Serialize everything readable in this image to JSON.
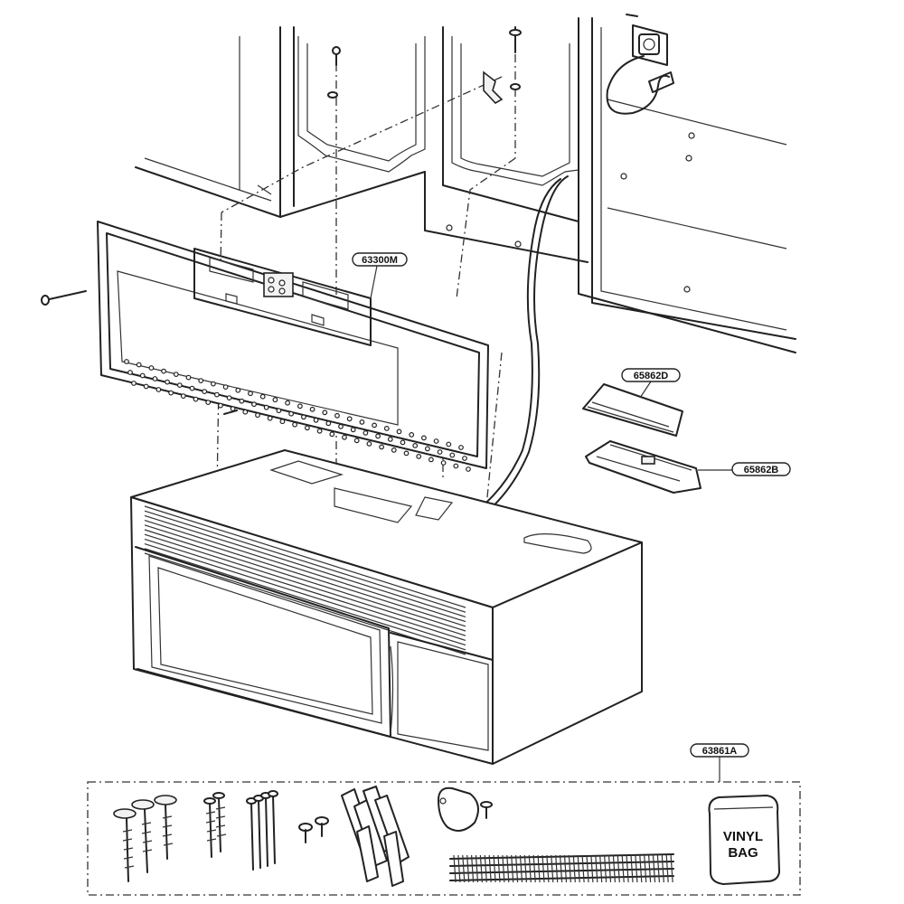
{
  "callouts": [
    {
      "id": "mounting-plate",
      "text": "63300M"
    },
    {
      "id": "damper-cover",
      "text": "65862D"
    },
    {
      "id": "damper-base",
      "text": "65862B"
    },
    {
      "id": "hardware-kit",
      "text": "63861A"
    }
  ],
  "bag_label": {
    "line1": "VINYL",
    "line2": "BAG"
  }
}
